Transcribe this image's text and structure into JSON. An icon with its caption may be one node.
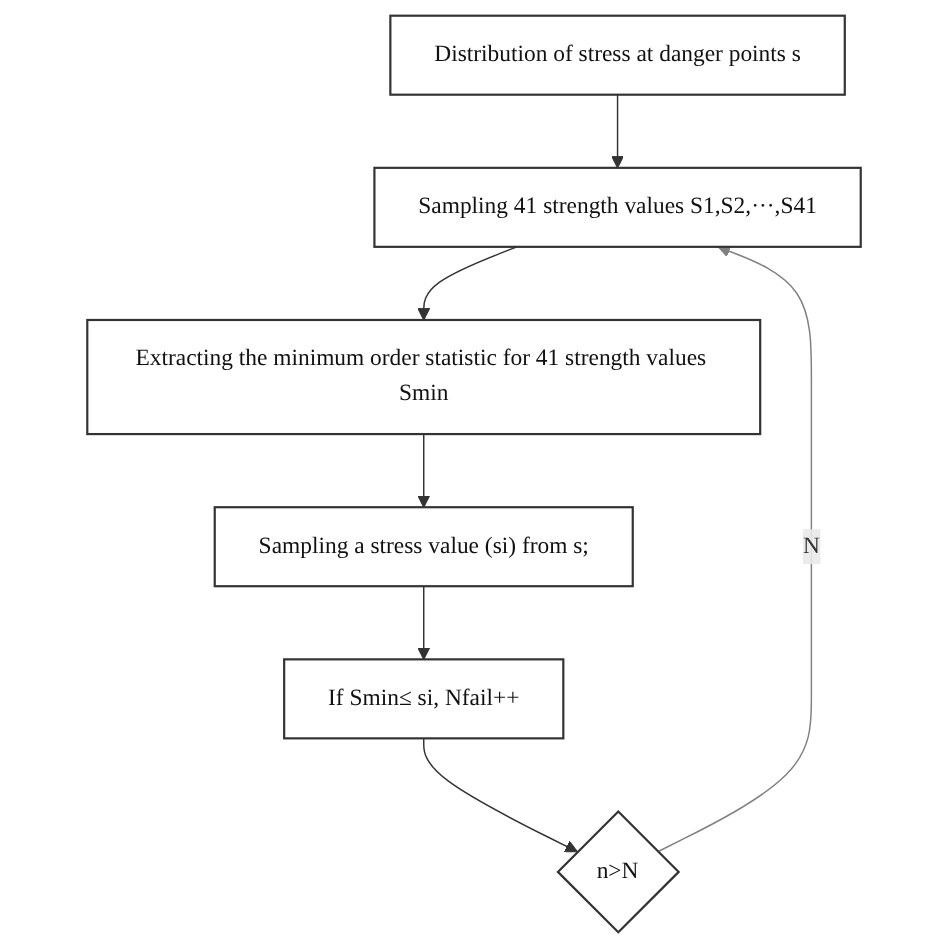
{
  "diagram": {
    "nodes": [
      {
        "text": [
          "Distribution of stress at danger points s"
        ]
      },
      {
        "text": [
          "Sampling 41 strength values S1,S2,···,S41"
        ]
      },
      {
        "text": [
          "Extracting the minimum order statistic for 41 strength values Smin"
        ]
      },
      {
        "text": [
          "Sampling a stress value (si) from s;"
        ]
      },
      {
        "text": [
          "If Smin≤ si, Nfail++"
        ]
      },
      {
        "text": [
          "n>N"
        ]
      }
    ],
    "edges": [
      {
        "from": 0,
        "to": 1,
        "arrow": "to"
      },
      {
        "from": 1,
        "to": 2,
        "arrow": "to"
      },
      {
        "from": 2,
        "to": 3,
        "arrow": "to"
      },
      {
        "from": 3,
        "to": 4,
        "arrow": "to"
      },
      {
        "from": 4,
        "to": 5,
        "arrow": "to"
      },
      {
        "from": 5,
        "to": 1,
        "arrow": "to",
        "label": "N",
        "color": "#808080"
      }
    ]
  }
}
